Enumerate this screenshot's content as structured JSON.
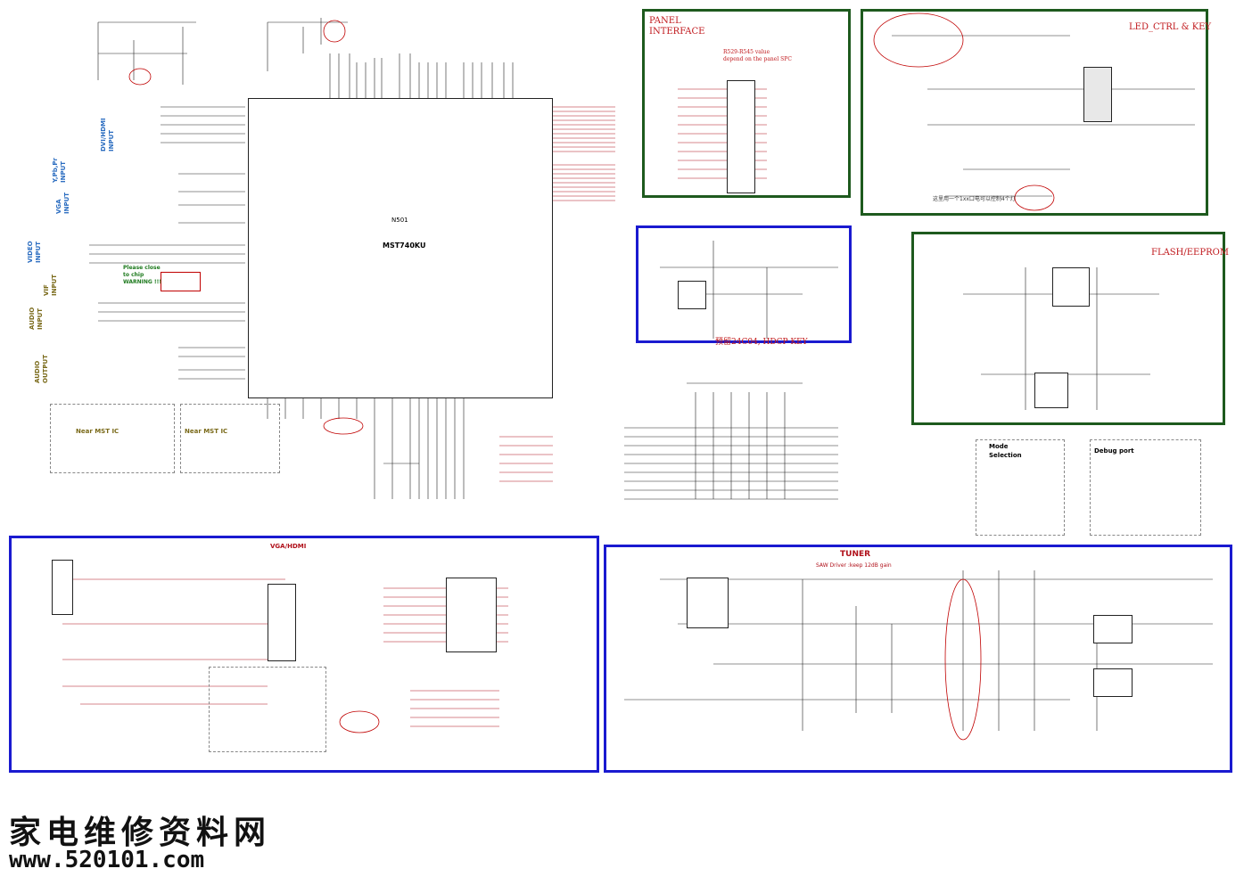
{
  "ic_main": {
    "ref": "N501",
    "part": "MST740KU"
  },
  "sections": {
    "panel_interface": "PANEL\nINTERFACE",
    "panel_note": "R529-R545 value\ndepend on the panel SPC",
    "led_ctrl_key": "LED_CTRL & KEY",
    "flash_eeprom": "FLASH/EEPROM",
    "hdcp_key": "预留24C04, HDCP KEY",
    "mode_selection": "Mode\nSelection",
    "debug_port": "Debug port",
    "vga_hdmi": "VGA/HDMI",
    "tuner": "TUNER",
    "tuner_note": "SAW Driver :keep 12dB gain"
  },
  "side_labels": {
    "dvi_hdmi": "DVI/HDMI\nINPUT",
    "ypbpr": "Y,Pb,Pr\nINPUT",
    "vga": "VGA\nINPUT",
    "video": "VIDEO\nINPUT",
    "vif": "VIF\nINPUT",
    "audio_in": "AUDIO\nINPUT",
    "audio_out": "AUDIO\nOUTPUT"
  },
  "notes": {
    "please_close": "Please close\nto chip\nWARNING !!!",
    "near_mst_1": "Near MST IC",
    "near_mst_2": "Near MST IC",
    "led_note": "这里用一个1xx口电可以控制4个灯"
  },
  "watermark": {
    "cn": "家电维修资料网",
    "url": "www.520101.com"
  },
  "colors": {
    "panel_border": "#1e5a1e",
    "section_border": "#1a1ad0",
    "net": "#b0101a",
    "wire": "#222222"
  }
}
